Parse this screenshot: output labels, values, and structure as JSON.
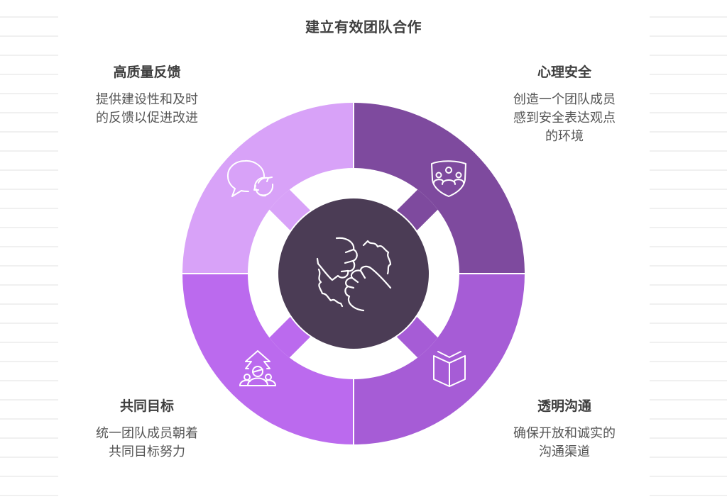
{
  "title": "建立有效团队合作",
  "center": {
    "icon": "fist-bump-icon",
    "color": "#4B3C55"
  },
  "segments": [
    {
      "id": "top-left",
      "heading": "高质量反馈",
      "description_lines": [
        "提供建设性和及时",
        "的反馈以促进改进"
      ],
      "icon": "chat-refresh-icon",
      "color": "#D8A2F8"
    },
    {
      "id": "top-right",
      "heading": "心理安全",
      "description_lines": [
        "创造一个团队成员",
        "感到安全表达观点",
        "的环境"
      ],
      "icon": "shield-team-icon",
      "color": "#7E4A9E"
    },
    {
      "id": "bottom-right",
      "heading": "透明沟通",
      "description_lines": [
        "确保开放和诚实的",
        "沟通渠道"
      ],
      "icon": "open-book-icon",
      "color": "#A65CD6"
    },
    {
      "id": "bottom-left",
      "heading": "共同目标",
      "description_lines": [
        "统一团队成员朝着",
        "共同目标努力"
      ],
      "icon": "team-arrow-up-icon",
      "color": "#BB6AEE"
    }
  ]
}
